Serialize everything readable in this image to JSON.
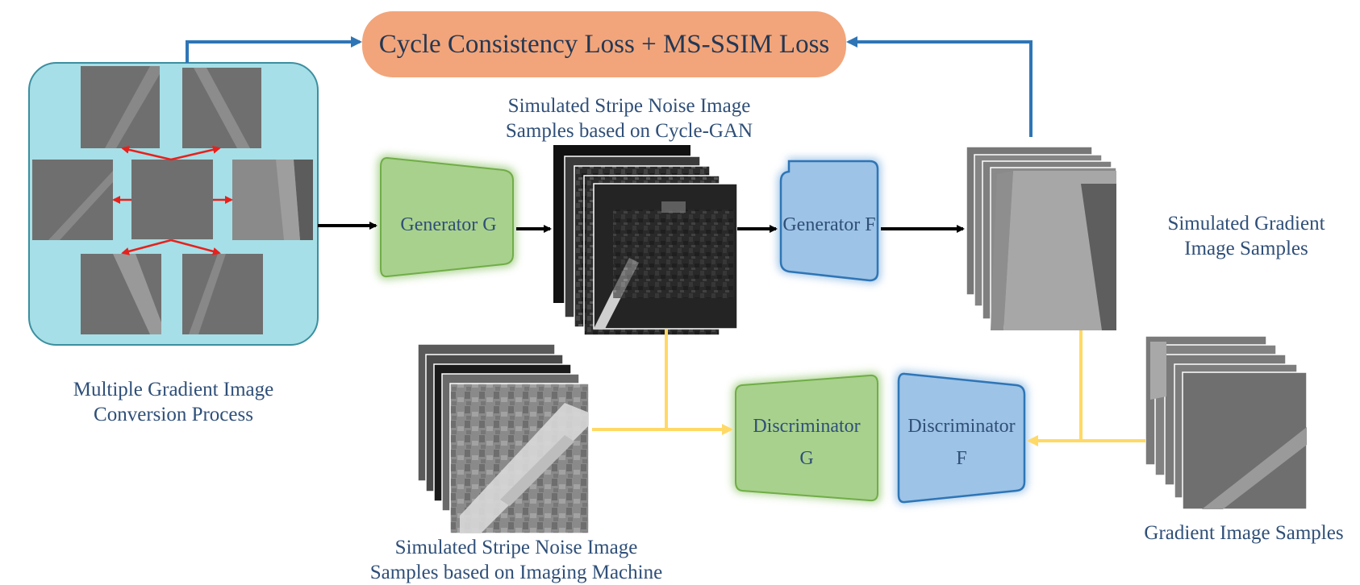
{
  "loss": {
    "label": "Cycle Consistency Loss + MS-SSIM Loss"
  },
  "conversion": {
    "caption_line1": "Multiple Gradient Image",
    "caption_line2": "Conversion Process"
  },
  "generators": {
    "g": {
      "label": "Generator G"
    },
    "f": {
      "label": "Generator F"
    }
  },
  "discriminators": {
    "g": {
      "line1": "Discriminator",
      "line2": "G"
    },
    "f": {
      "line1": "Discriminator",
      "line2": "F"
    }
  },
  "stacks": {
    "cyclegan_noise": {
      "line1": "Simulated Stripe Noise Image",
      "line2": "Samples based on Cycle-GAN"
    },
    "simulated_gradient": {
      "line1": "Simulated Gradient",
      "line2": "Image Samples"
    },
    "machine_noise": {
      "line1": "Simulated Stripe Noise Image",
      "line2": "Samples based on Imaging Machine"
    },
    "gradient_samples": {
      "line1": "Gradient Image Samples"
    }
  },
  "colors": {
    "conversion_bg": "#a6dfe7",
    "loss_bg": "#f2a57a",
    "generator_g": "#a8d18d",
    "generator_f": "#9dc3e6",
    "arrow_blue": "#2e75b6",
    "arrow_yellow": "#ffd966",
    "arrow_red": "#e8201c"
  }
}
